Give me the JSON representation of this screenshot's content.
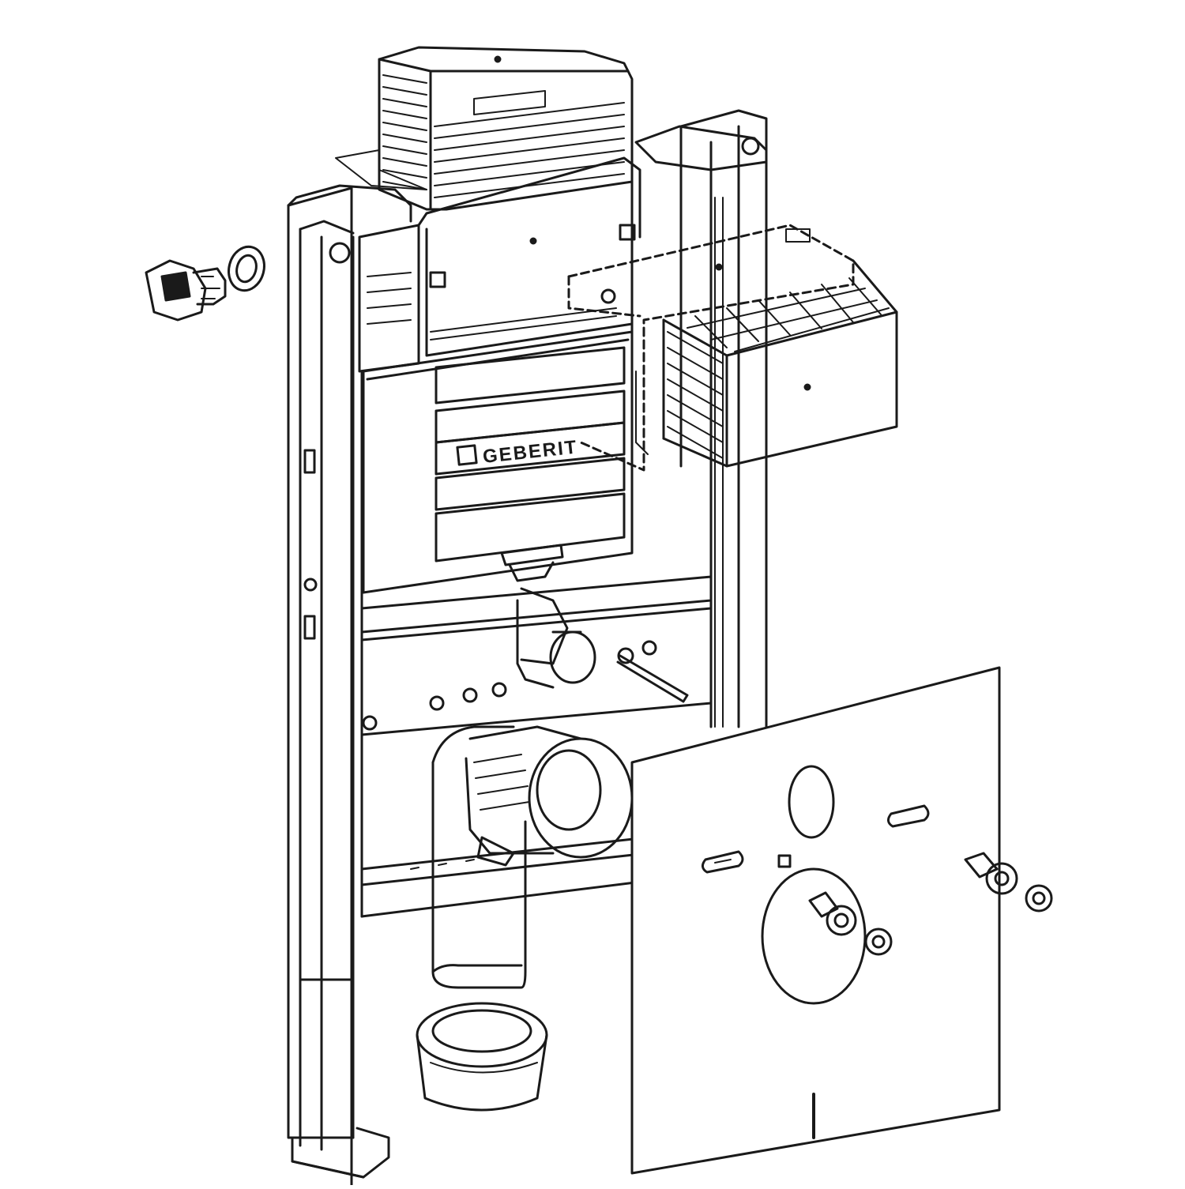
{
  "figure": {
    "brand_label": "GEBERIT",
    "line_color": "#1a1a1a",
    "background": "#ffffff",
    "components": [
      {
        "name": "installation-frame",
        "icon": "frame-outline"
      },
      {
        "name": "concealed-cistern",
        "icon": "cistern-box"
      },
      {
        "name": "protective-cover-top",
        "icon": "ribbed-box"
      },
      {
        "name": "protective-cover-dashed",
        "icon": "ribbed-box-dashed"
      },
      {
        "name": "water-connection-valve",
        "icon": "valve"
      },
      {
        "name": "sealing-ring",
        "icon": "ring"
      },
      {
        "name": "flush-pipe-elbow",
        "icon": "elbow-pipe"
      },
      {
        "name": "drain-bend",
        "icon": "pipe-bend"
      },
      {
        "name": "drain-connector",
        "icon": "pipe-collar"
      },
      {
        "name": "threaded-rod",
        "icon": "rod"
      },
      {
        "name": "sound-insulation-set",
        "icon": "insulation-sheet"
      },
      {
        "name": "fixing-bolt",
        "icon": "bolt"
      },
      {
        "name": "washer",
        "icon": "washer"
      }
    ]
  }
}
